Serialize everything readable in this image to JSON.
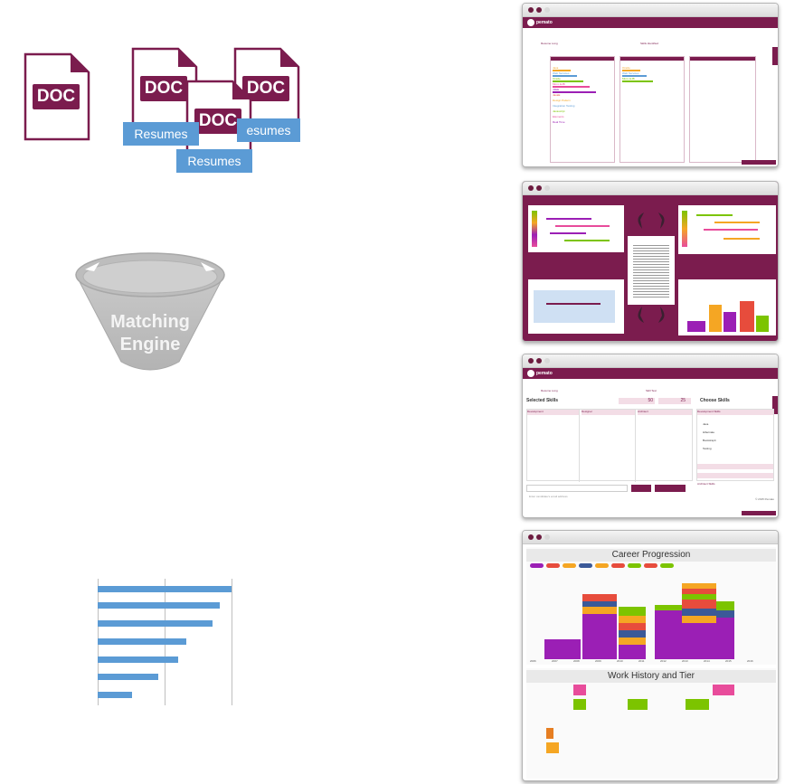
{
  "left": {
    "docs": [
      {
        "label": "DOC"
      },
      {
        "label": "DOC"
      },
      {
        "label": "DOC"
      },
      {
        "label": "DOC"
      }
    ],
    "resume_tags": [
      "Resumes",
      "Resumes",
      "esumes"
    ],
    "funnel": {
      "line1": "Matching",
      "line2": "Engine"
    },
    "bars": {
      "values": [
        100,
        91,
        86,
        66,
        60,
        45,
        26
      ],
      "max": 100
    }
  },
  "windows": {
    "w1": {
      "brand": "pemato",
      "col_titles": [
        "DEVELOPMENT SKILLS",
        "DESIGN SKILLS",
        "ARCHITECT SKILLS"
      ],
      "headers": [
        "Resume Long",
        "Skills Identified"
      ],
      "dev_skills": [
        "Java",
        "Web Services",
        "Oracle",
        "Micro EJB",
        "J2EE",
        "JavaE",
        "Design Pattern",
        "Integration Testing",
        "Javascript",
        "Elements",
        "Real Time"
      ],
      "design_skills": [
        "Oracle",
        "Web Services",
        "Micro EJB"
      ]
    },
    "w3": {
      "brand": "pemato",
      "headers": [
        "Resume Long",
        "Skill Test"
      ],
      "selected_title": "Selected Skills",
      "choose_title": "Choose Skills",
      "groups": [
        "Development",
        "Designer",
        "Architect"
      ],
      "choose_items": [
        "Java",
        "Hibernate",
        "Bootstrap4",
        "Testing"
      ],
      "sections": [
        "Development Skills",
        "Designer Skills",
        "Architect Skills"
      ],
      "q_total": "50",
      "q_approx": "25",
      "email_placeholder": "Enter candidate's email address",
      "buttons": [
        "Live Test",
        "Invite Candidate"
      ],
      "footer": "© 2015 Pemato"
    },
    "w4": {
      "career_title": "Career Progression",
      "work_title": "Work History and Tier",
      "career_x": [
        "2006",
        "2007",
        "2008",
        "2009",
        "2010",
        "2011",
        "2012",
        "2013",
        "2014",
        "2015",
        "2016"
      ]
    }
  },
  "colors": {
    "brand": "#7b1c4e",
    "blue": "#5b9bd5",
    "purple": "#9b1fb5",
    "orange": "#f5a623",
    "red": "#e74c3c",
    "navy": "#3b5998",
    "green": "#7cc400",
    "pink": "#e84c9b"
  }
}
